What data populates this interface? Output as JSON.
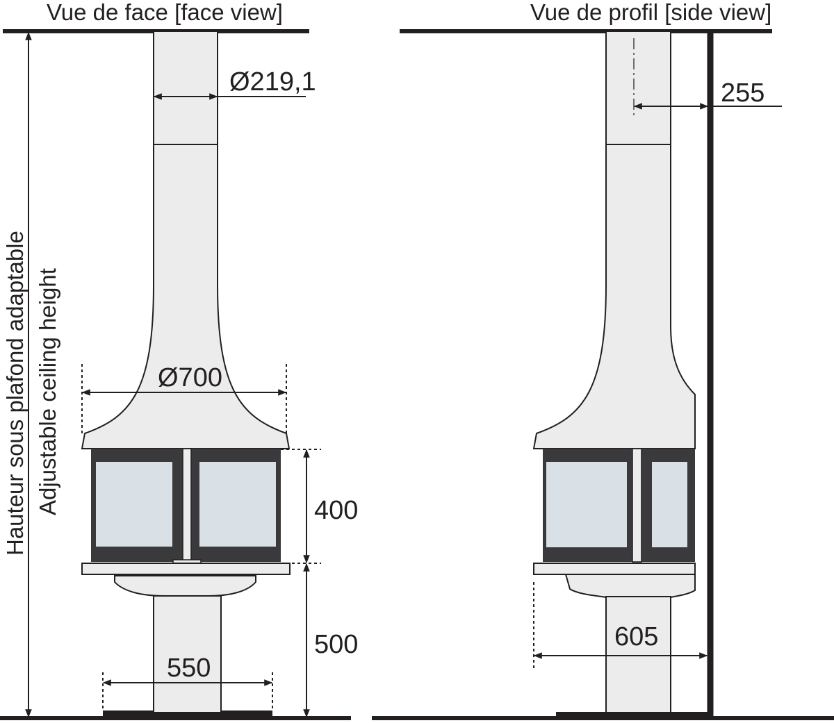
{
  "views": {
    "face": {
      "title": "Vue de face [face view]"
    },
    "side": {
      "title": "Vue de profil [side view]"
    }
  },
  "dimensions": {
    "flue_diameter": "Ø219,1",
    "wall_distance": "255",
    "hood_diameter": "Ø700",
    "firebox_height": "400",
    "base_height": "500",
    "base_width": "550",
    "side_depth": "605"
  },
  "ceiling_height": {
    "line1": "Hauteur sous plafond adaptable",
    "line2": "Adjustable ceiling height"
  },
  "colors": {
    "line": "#231f20",
    "body_fill": "#ececed",
    "frame": "#3a3a3c",
    "glass": "#d9e1e7"
  }
}
